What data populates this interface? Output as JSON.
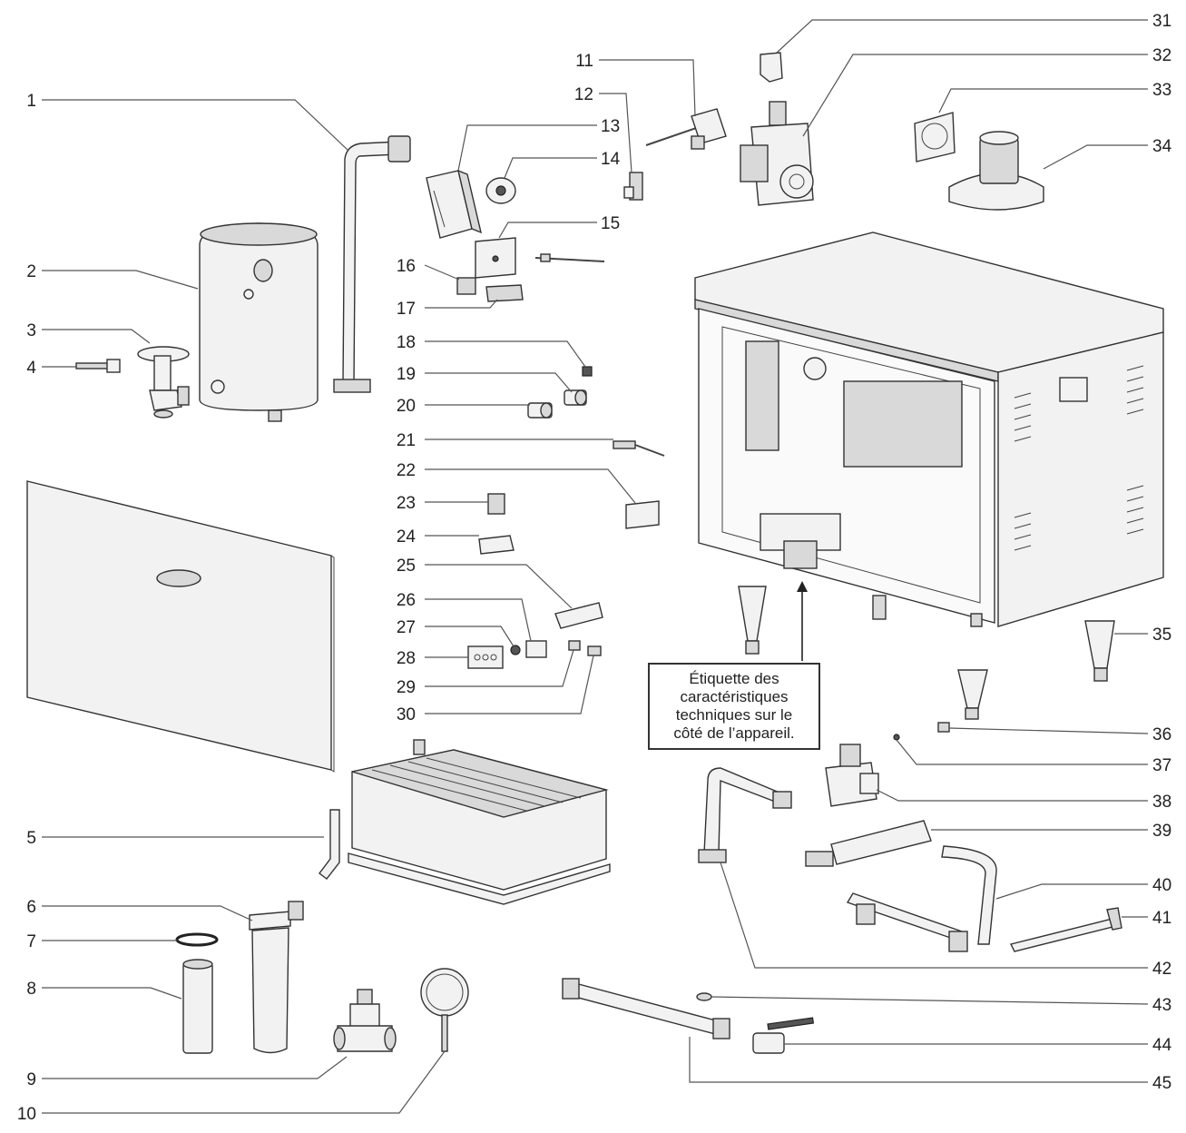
{
  "callouts": {
    "c1": "1",
    "c2": "2",
    "c3": "3",
    "c4": "4",
    "c5": "5",
    "c6": "6",
    "c7": "7",
    "c8": "8",
    "c9": "9",
    "c10": "10",
    "c11": "11",
    "c12": "12",
    "c13": "13",
    "c14": "14",
    "c15": "15",
    "c16": "16",
    "c17": "17",
    "c18": "18",
    "c19": "19",
    "c20": "20",
    "c21": "21",
    "c22": "22",
    "c23": "23",
    "c24": "24",
    "c25": "25",
    "c26": "26",
    "c27": "27",
    "c28": "28",
    "c29": "29",
    "c30": "30",
    "c31": "31",
    "c32": "32",
    "c33": "33",
    "c34": "34",
    "c35": "35",
    "c36": "36",
    "c37": "37",
    "c38": "38",
    "c39": "39",
    "c40": "40",
    "c41": "41",
    "c42": "42",
    "c43": "43",
    "c44": "44",
    "c45": "45"
  },
  "note": {
    "line1": "Étiquette des",
    "line2": "caractéristiques",
    "line3": "techniques sur le",
    "line4": "côté de l’appareil."
  }
}
